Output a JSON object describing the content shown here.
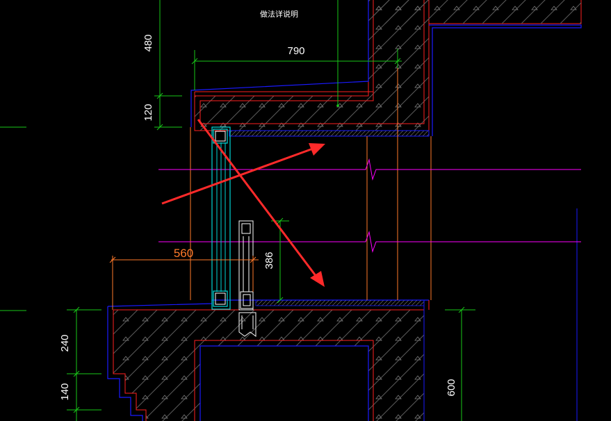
{
  "drawing": {
    "note_label": "做法详说明",
    "dimensions": {
      "d480": "480",
      "d790": "790",
      "d120": "120",
      "d560": "560",
      "d386": "386",
      "d240": "240",
      "d140": "140",
      "d600": "600"
    },
    "colors": {
      "background": "#000000",
      "concrete_outline": "#ff2020",
      "finish_outline": "#1a1aff",
      "dimension_lines": "#19c819",
      "section_lines": "#ff00ff",
      "window_frame": "#00d8d8",
      "orange_guides": "#ff7a2a",
      "annotation_arrows": "#ff2a2a",
      "hatch_fill": "#606060",
      "dim_560": "#ff7a2a"
    }
  }
}
